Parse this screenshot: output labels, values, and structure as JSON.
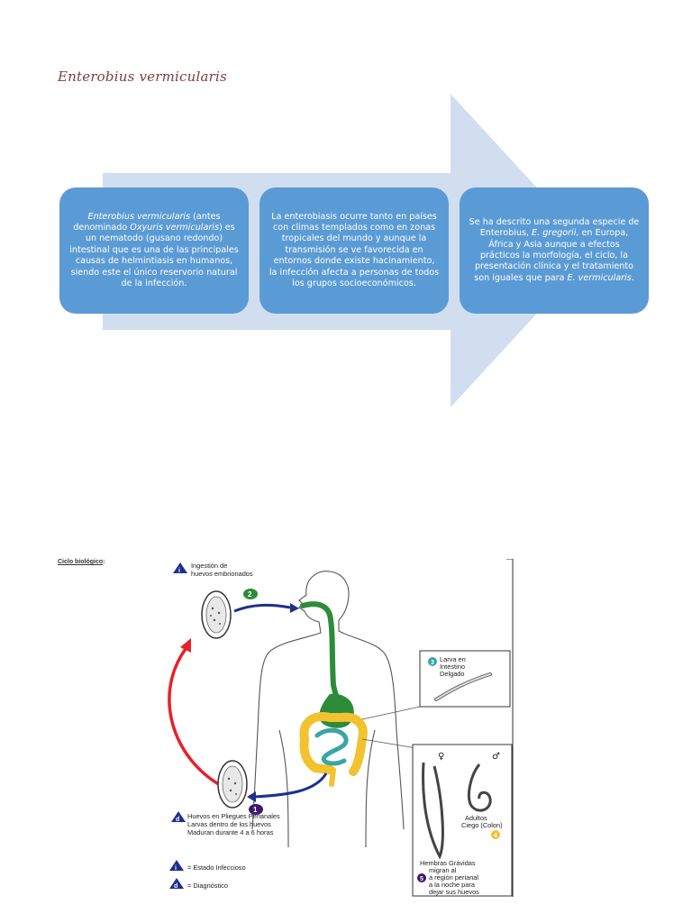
{
  "title": "Enterobius vermicularis",
  "boxes": {
    "box1": {
      "a_italic": "Enterobius vermicularis",
      "b": " (antes denominado ",
      "c_italic": "Oxyuris vermicularis",
      "d": ") es un nematodo (gusano redondo) intestinal que es una de las principales causas de helmintiasis en humanos, siendo este el único reservorio natural de la infección."
    },
    "box2": {
      "text": "La enterobiasis ocurre tanto en países con climas templados como en zonas tropicales del mundo y aunque la transmisión se ve favorecida en entornos donde existe hacinamiento, la infección afecta a personas de todos los grupos socioeconómicos."
    },
    "box3": {
      "a": "Se ha descrito una segunda especie de Enterobius, ",
      "b_italic": "E. gregorii",
      "c": ", en Europa, África y Asia aunque a efectos prácticos la morfología, el ciclo, la presentación clínica y el tratamiento son iguales que para ",
      "d_italic": "E. vermicularis",
      "e": "."
    }
  },
  "cycle": {
    "label": "Ciclo biológico",
    "label_suffix": ":",
    "ingestion_line1": "Ingestión de",
    "ingestion_line2": "huevos embrionados",
    "step2": "2",
    "step3_line1": "Larva en",
    "step3_line2": "Intestino",
    "step3_line3": "Delgado",
    "step3": "3",
    "step1": "1",
    "step4": "4",
    "step5": "5",
    "eggs_line1": "Huevos en Pliegues Perianales",
    "eggs_line2": "Larvas dentro de los huevos",
    "eggs_line3": "Maduran durante 4 a 6 horas",
    "adults_line1": "Adultos",
    "adults_line2": "Ciego (Colon)",
    "female_symbol": "♀",
    "male_symbol": "♂",
    "females_line1": "Hembras Grávidas",
    "females_line2": "migran al",
    "females_line3": "a región perianal",
    "females_line4": "a la noche para",
    "females_line5": "dejar sus huevos",
    "legend_infective": "= Estado Infeccioso",
    "legend_diagnostic": "= Diagnóstico",
    "legend_i": "i",
    "legend_d": "d"
  },
  "colors": {
    "arrow": "#d0def0",
    "box": "#5b9bd5",
    "title": "#7b3f3f",
    "green": "#2e8b3a",
    "red_arrow": "#e8202a",
    "blue_arrow": "#1d2f8f",
    "yellow": "#f2c230",
    "teal": "#3aa5a5"
  }
}
